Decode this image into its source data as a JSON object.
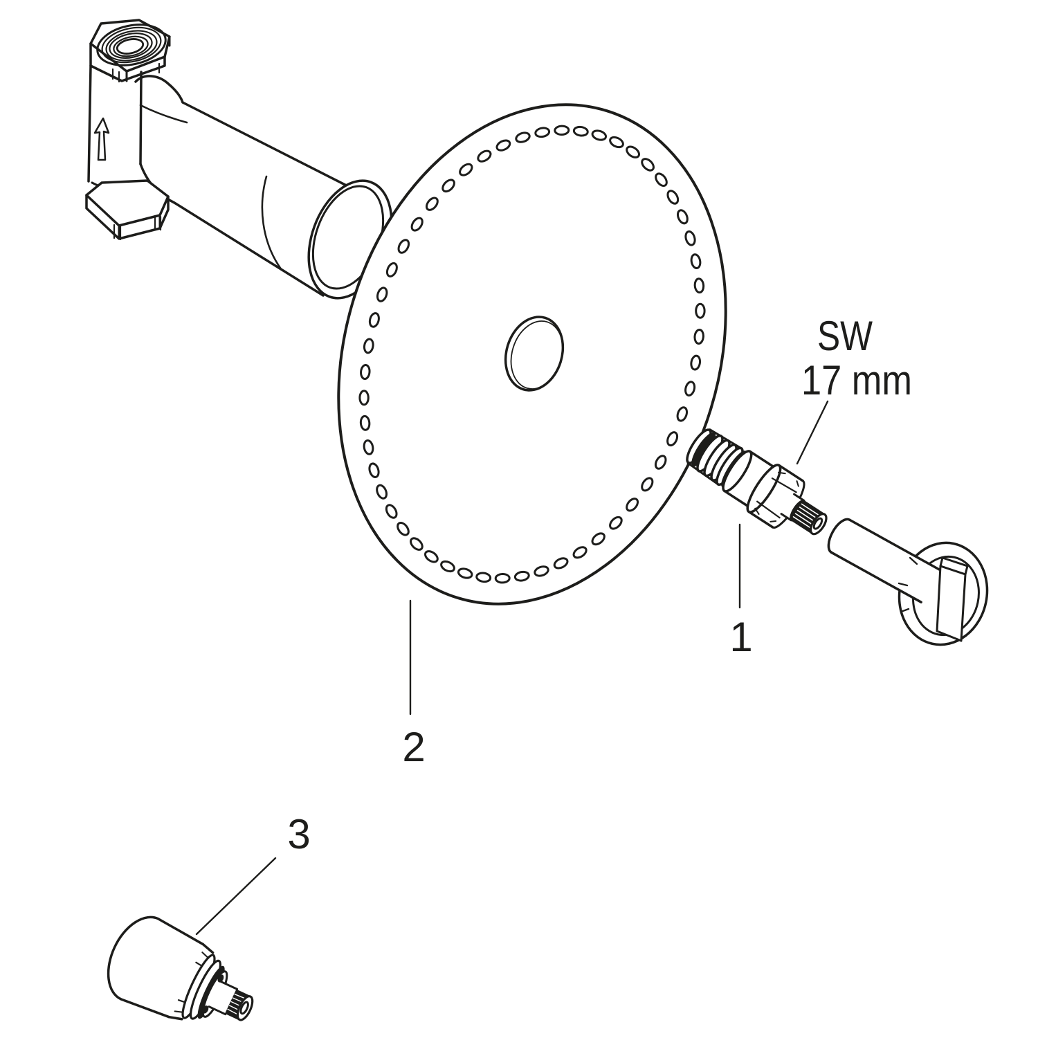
{
  "diagram": {
    "background_color": "#ffffff",
    "line_color": "#1d1d1b",
    "annotations": {
      "wrench_size_prefix": "SW",
      "wrench_size_value": "17 mm"
    },
    "parts": [
      {
        "label": "1",
        "name": "shut-off-valve-cartridge"
      },
      {
        "label": "2",
        "name": "perforated-sealing-disc"
      },
      {
        "label": "3",
        "name": "cartridge-extension-spindle"
      }
    ],
    "disc": {
      "hole_count": 54
    }
  }
}
